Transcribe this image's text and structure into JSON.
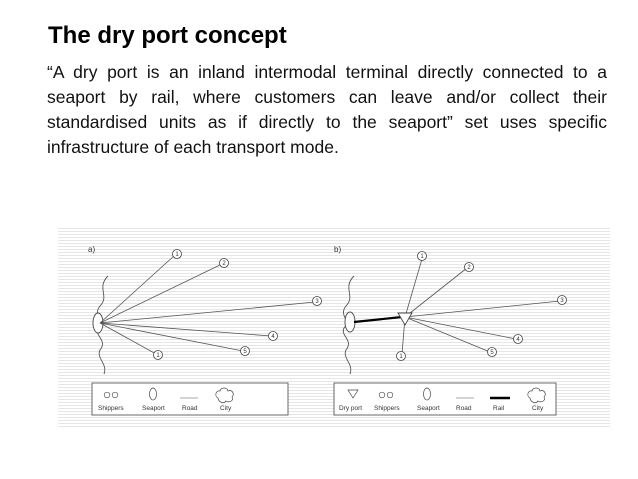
{
  "slide": {
    "title": "The dry port concept",
    "body": "“A dry port is an inland intermodal terminal directly connected to a seaport by rail, where customers can leave and/or collect their standardised units as if directly to the seaport” set uses specific infrastructure of each transport mode."
  },
  "diagram": {
    "panel_a": {
      "label": "a)",
      "nodes": [
        "1",
        "2",
        "3",
        "4",
        "5",
        "1"
      ],
      "legend": [
        "Shippers",
        "Seaport",
        "Road",
        "City"
      ]
    },
    "panel_b": {
      "label": "b)",
      "nodes": [
        "1",
        "2",
        "3",
        "4",
        "5",
        "1"
      ],
      "legend": [
        "Dry port",
        "Shippers",
        "Seaport",
        "Road",
        "Rail",
        "City"
      ]
    },
    "colors": {
      "line": "#555555",
      "rail": "#000000",
      "road_legend": "#aaaaaa",
      "stripe": "#e6e6e6"
    }
  }
}
